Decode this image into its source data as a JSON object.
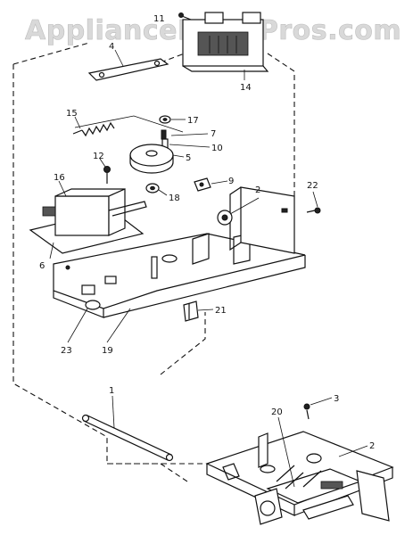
{
  "watermark": "AppliancePartsPros.com",
  "callouts": [
    "11",
    "4",
    "14",
    "15",
    "17",
    "7",
    "10",
    "12",
    "5",
    "16",
    "9",
    "18",
    "2",
    "22",
    "6",
    "21",
    "23",
    "19",
    "1",
    "20",
    "3",
    "2"
  ]
}
